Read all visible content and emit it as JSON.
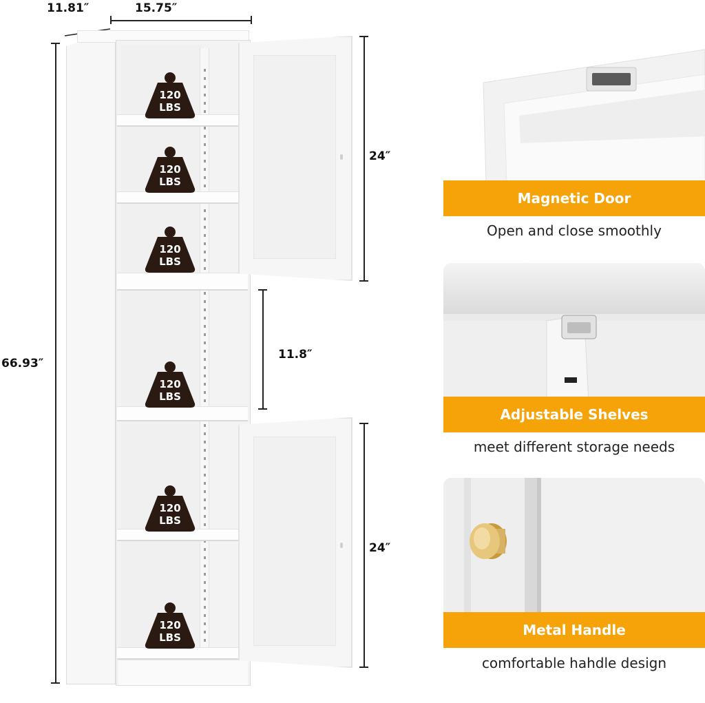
{
  "dimensions": {
    "depth": "11.81″",
    "width": "15.75″",
    "height": "66.93″",
    "upper_door": "24″",
    "open_section": "11.8″",
    "lower_door": "24″"
  },
  "shelf_load": {
    "value": "120",
    "unit": "LBS"
  },
  "features": [
    {
      "title": "Magnetic Door",
      "caption": "Open and close smoothly",
      "icon": "magnet-latch-icon"
    },
    {
      "title": "Adjustable Shelves",
      "caption": "meet different storage needs",
      "icon": "shelf-bracket-icon"
    },
    {
      "title": "Metal Handle",
      "caption": "comfortable hahdle design",
      "icon": "gold-knob-icon"
    }
  ],
  "colors": {
    "banner": "#f6a309",
    "weight_badge": "#2a1a12",
    "cabinet": "#f3f3f3"
  }
}
